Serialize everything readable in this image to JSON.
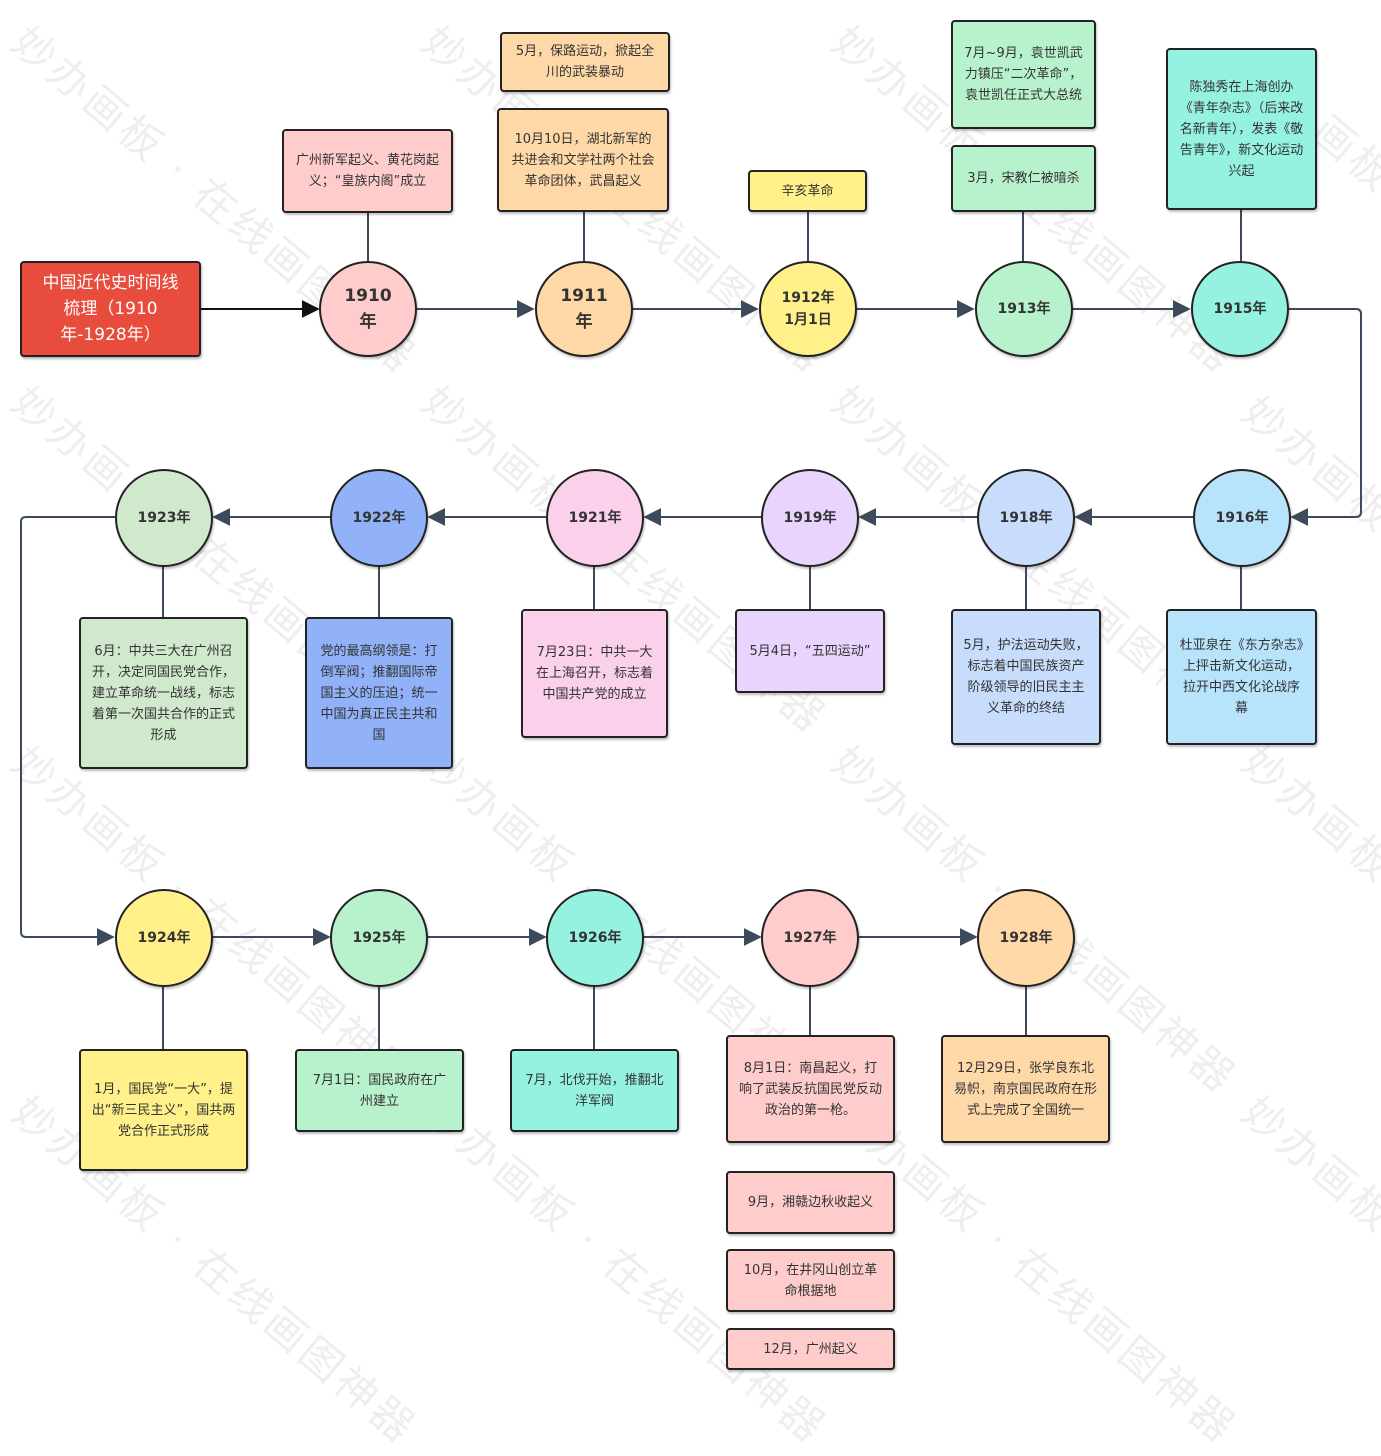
{
  "title": {
    "text": "中国近代史时间线梳理（1910年-1928年）",
    "color": "#e84c3d"
  },
  "watermark": "妙办画板 · 在线画图神器",
  "years": {
    "y1910": {
      "label": "1910年",
      "color": "#ffcccc"
    },
    "y1911": {
      "label": "1911年",
      "color": "#ffd8a8"
    },
    "y1912": {
      "label": "1912年1月1日",
      "color": "#fff08a"
    },
    "y1913": {
      "label": "1913年",
      "color": "#b8f2cc"
    },
    "y1915": {
      "label": "1915年",
      "color": "#96f2e0"
    },
    "y1916": {
      "label": "1916年",
      "color": "#b8e4fb"
    },
    "y1918": {
      "label": "1918年",
      "color": "#c8dcfc"
    },
    "y1919": {
      "label": "1919年",
      "color": "#e8d4fc"
    },
    "y1921": {
      "label": "1921年",
      "color": "#fad0ea"
    },
    "y1922": {
      "label": "1922年",
      "color": "#91b2f8"
    },
    "y1923": {
      "label": "1923年",
      "color": "#d0e8cc"
    },
    "y1924": {
      "label": "1924年",
      "color": "#fff08a"
    },
    "y1925": {
      "label": "1925年",
      "color": "#b8f2cc"
    },
    "y1926": {
      "label": "1926年",
      "color": "#96f2e0"
    },
    "y1927": {
      "label": "1927年",
      "color": "#ffcccc"
    },
    "y1928": {
      "label": "1928年",
      "color": "#ffd8a8"
    }
  },
  "events": {
    "e1910": {
      "text": "广州新军起义、黄花岗起义；“皇族内阁”成立",
      "color": "#ffcccc"
    },
    "e1911a": {
      "text": "5月，保路运动，掀起全川的武装暴动",
      "color": "#ffd8a8"
    },
    "e1911b": {
      "text": "10月10日，湖北新军的共进会和文学社两个社会革命团体，武昌起义",
      "color": "#ffd8a8"
    },
    "e1912": {
      "text": "辛亥革命",
      "color": "#fff08a"
    },
    "e1913a": {
      "text": "7月~9月，袁世凯武力镇压“二次革命”，袁世凯任正式大总统",
      "color": "#b8f2cc"
    },
    "e1913b": {
      "text": "3月，宋教仁被暗杀",
      "color": "#b8f2cc"
    },
    "e1915": {
      "text": "陈独秀在上海创办《青年杂志》（后来改名新青年），发表《敬告青年》，新文化运动兴起",
      "color": "#96f2e0"
    },
    "e1916": {
      "text": "杜亚泉在《东方杂志》上抨击新文化运动，拉开中西文化论战序幕",
      "color": "#b8e4fb"
    },
    "e1918": {
      "text": "5月，护法运动失败，标志着中国民族资产阶级领导的旧民主主义革命的终结",
      "color": "#c8dcfc"
    },
    "e1919": {
      "text": "5月4日，“五四运动”",
      "color": "#e8d4fc"
    },
    "e1921": {
      "text": "7月23日：中共一大在上海召开，标志着中国共产党的成立",
      "color": "#fad0ea"
    },
    "e1922": {
      "text": "党的最高纲领是：打倒军阀；推翻国际帝国主义的压迫；统一中国为真正民主共和国",
      "color": "#91b2f8"
    },
    "e1923": {
      "text": "6月：中共三大在广州召开，决定同国民党合作，建立革命统一战线，标志着第一次国共合作的正式形成",
      "color": "#d0e8cc"
    },
    "e1924": {
      "text": "1月，国民党“一大”，提出“新三民主义”，国共两党合作正式形成",
      "color": "#fff08a"
    },
    "e1925": {
      "text": "7月1日：国民政府在广州建立",
      "color": "#b8f2cc"
    },
    "e1926": {
      "text": "7月，北伐开始，推翻北洋军阀",
      "color": "#96f2e0"
    },
    "e1927a": {
      "text": "8月1日：南昌起义，打响了武装反抗国民党反动政治的第一枪。",
      "color": "#ffcccc"
    },
    "e1927b": {
      "text": "9月，湘赣边秋收起义",
      "color": "#ffcccc"
    },
    "e1927c": {
      "text": "10月，在井冈山创立革命根据地",
      "color": "#ffcccc"
    },
    "e1927d": {
      "text": "12月，广州起义",
      "color": "#ffcccc"
    },
    "e1928": {
      "text": "12月29日，张学良东北易帜，南京国民政府在形式上完成了全国统一",
      "color": "#ffd8a8"
    }
  }
}
